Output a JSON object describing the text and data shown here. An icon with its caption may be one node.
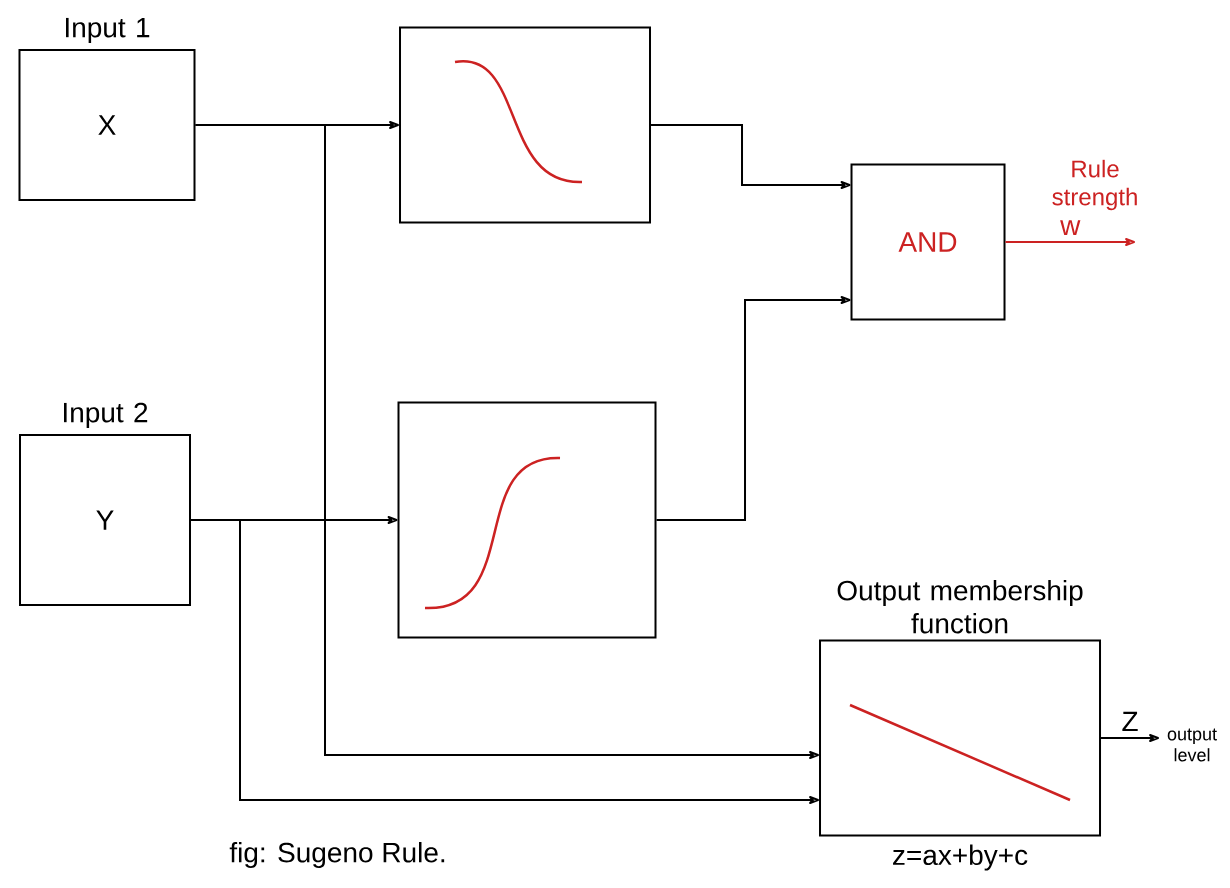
{
  "diagram": {
    "caption": "fig: Sugeno Rule.",
    "nodes": [
      {
        "text": [
          "Input 1",
          "X"
        ]
      },
      {
        "text": [
          "Input 2",
          "Y"
        ]
      },
      {
        "text": [],
        "shape": "box"
      },
      {
        "text": [],
        "shape": "box"
      },
      {
        "text": [
          "AND"
        ]
      },
      {
        "text": [
          "Output membership function"
        ],
        "beside": [
          "z=ax+by+c"
        ]
      },
      {
        "text": [
          "output level"
        ]
      }
    ],
    "edges": [
      {
        "from": 0,
        "to": 2,
        "arrow": "to"
      },
      {
        "from": 0,
        "to": 5,
        "arrow": "to"
      },
      {
        "from": 1,
        "to": 3,
        "arrow": "to"
      },
      {
        "from": 1,
        "to": 5,
        "arrow": "to"
      },
      {
        "from": 2,
        "to": 4,
        "arrow": "to"
      },
      {
        "from": 3,
        "to": 4,
        "arrow": "to"
      },
      {
        "from": 4,
        "to": null,
        "arrow": "to",
        "label": "w",
        "color": "#cc2222"
      },
      {
        "from": 5,
        "to": 6,
        "arrow": "to",
        "label": "Z"
      }
    ],
    "labels": [
      "Rule strength"
    ]
  }
}
